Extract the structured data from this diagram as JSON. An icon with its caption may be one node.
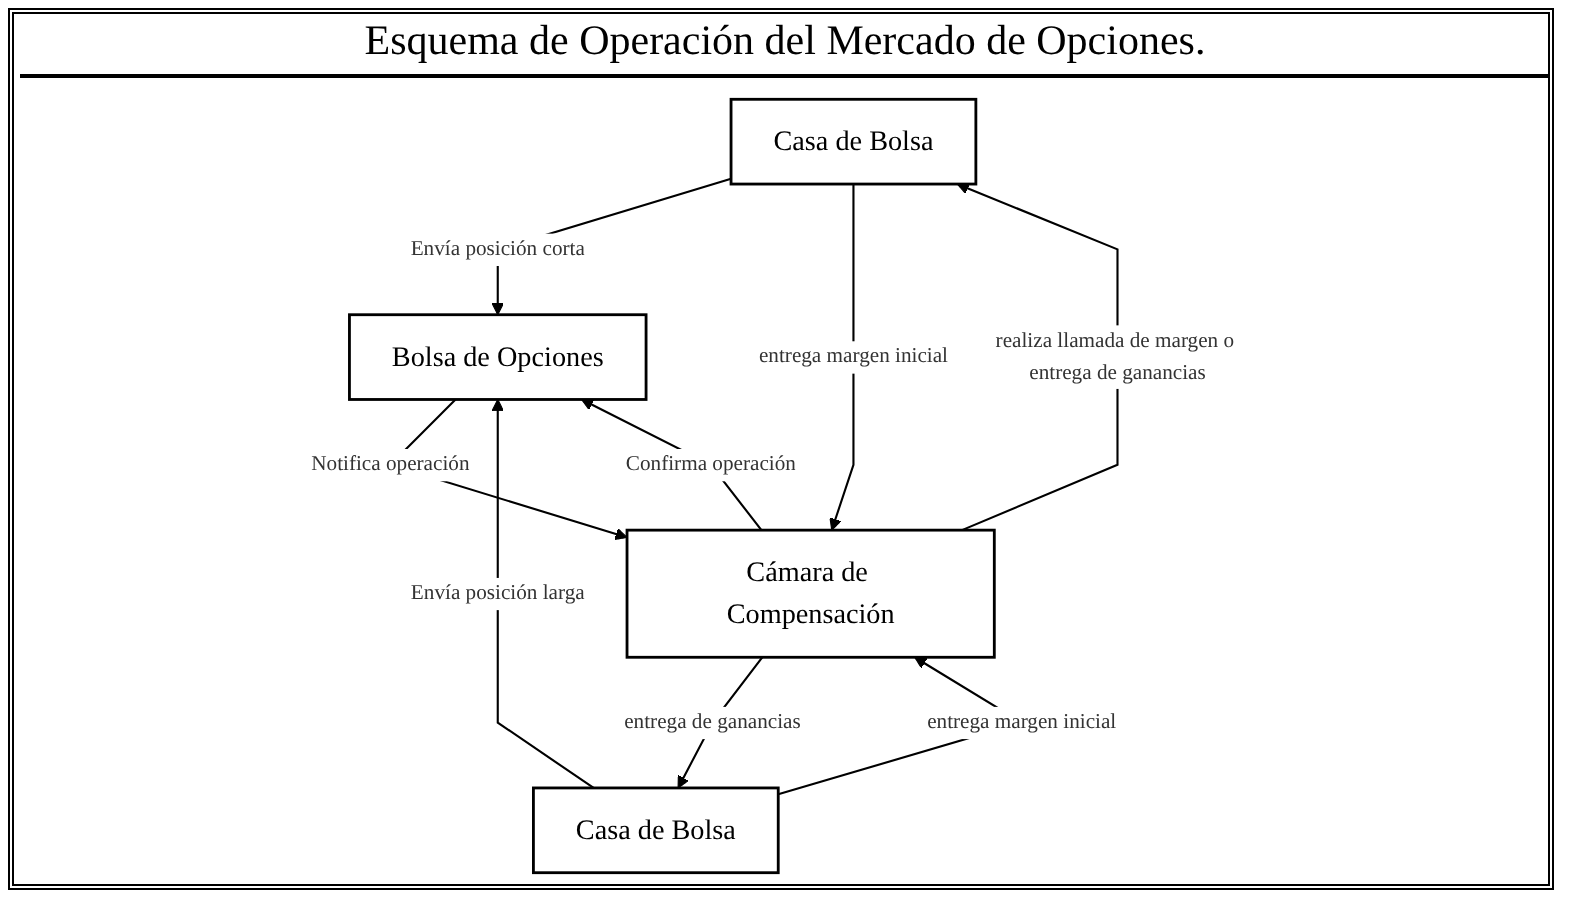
{
  "diagram": {
    "title": "Esquema de Operación del Mercado de Opciones.",
    "nodes": [
      {
        "text": [
          "Casa de Bolsa"
        ]
      },
      {
        "text": [
          "Casa de Bolsa"
        ]
      },
      {
        "text": [
          "Bolsa de Opciones"
        ]
      },
      {
        "text": [
          "Cámara de Compensación"
        ]
      }
    ],
    "edges": [
      {
        "from": 0,
        "to": 2,
        "arrow": "to",
        "label": "Envía posición corta"
      },
      {
        "from": 1,
        "to": 2,
        "arrow": "to",
        "label": "Envía posición larga"
      },
      {
        "from": 0,
        "to": 3,
        "arrow": "to",
        "label": "entrega margen inicial"
      },
      {
        "from": 3,
        "to": 0,
        "arrow": "to",
        "label": "realiza llamada de margen o entrega de ganancias"
      },
      {
        "from": 1,
        "to": 3,
        "arrow": "to",
        "label": "entrega margen inicial"
      },
      {
        "from": 3,
        "to": 1,
        "arrow": "to",
        "label": "entrega de ganancias"
      },
      {
        "from": 2,
        "to": 3,
        "arrow": "to",
        "label": "Notifica operación"
      },
      {
        "from": 3,
        "to": 2,
        "arrow": "to",
        "label": "Confirma operación"
      }
    ]
  }
}
